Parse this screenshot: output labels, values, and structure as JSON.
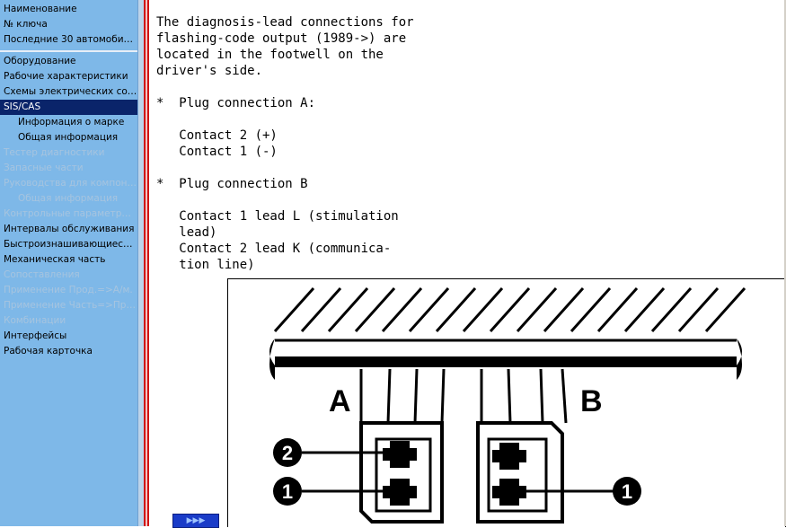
{
  "sidebar": {
    "group1": [
      {
        "label": "Наименование",
        "state": "normal"
      },
      {
        "label": "№ ключа",
        "state": "normal"
      },
      {
        "label": "Последние 30 автомобилей",
        "state": "normal"
      }
    ],
    "group2": [
      {
        "label": "Оборудование",
        "state": "normal"
      },
      {
        "label": "Рабочие характеристики",
        "state": "normal"
      },
      {
        "label": "Схемы электрических со…",
        "state": "normal"
      },
      {
        "label": "SIS/CAS",
        "state": "selected"
      },
      {
        "label": "Информация о марке",
        "state": "sub"
      },
      {
        "label": "Общая информация",
        "state": "sub"
      },
      {
        "label": "Тестер диагностики",
        "state": "disabled"
      },
      {
        "label": "Запасные части",
        "state": "disabled"
      },
      {
        "label": "Руководства для компон…",
        "state": "disabled"
      },
      {
        "label": "Общая информация",
        "state": "sub-disabled"
      },
      {
        "label": "Контрольные параметры…",
        "state": "disabled"
      },
      {
        "label": "Интервалы обслуживания",
        "state": "normal"
      },
      {
        "label": "Быстроизнашивающиеся …",
        "state": "normal"
      },
      {
        "label": "Механическая часть",
        "state": "normal"
      },
      {
        "label": "Сопоставления",
        "state": "disabled"
      },
      {
        "label": "Применение Прод.=>А/м.",
        "state": "disabled"
      },
      {
        "label": "Применение Часть=>Прод.",
        "state": "disabled"
      },
      {
        "label": "Комбинации",
        "state": "disabled"
      },
      {
        "label": "Интерфейсы",
        "state": "normal"
      },
      {
        "label": "Рабочая карточка",
        "state": "normal"
      }
    ]
  },
  "content": {
    "intro": "The diagnosis-lead connections for\nflashing-code output (1989->) are\nlocated in the footwell on the\ndriver's side.",
    "bullet_a": "*  Plug connection A:",
    "a_contacts": "   Contact 2 (+)\n   Contact 1 (-)",
    "bullet_b": "*  Plug connection B",
    "b_contacts": "   Contact 1 lead L (stimulation\n   lead)\n   Contact 2 lead K (communica-\n   tion line)"
  },
  "figure": {
    "label_a": "A",
    "label_b": "B",
    "callout_2": "2",
    "callout_1_left": "1",
    "callout_1_right": "1"
  },
  "nav_button": {
    "label": "▶▶▶"
  },
  "colors": {
    "sidebar_bg": "#7eb8e8",
    "selected_bg": "#0a246a",
    "disabled_text": "#a6c4df",
    "divider_red": "#d01010"
  }
}
